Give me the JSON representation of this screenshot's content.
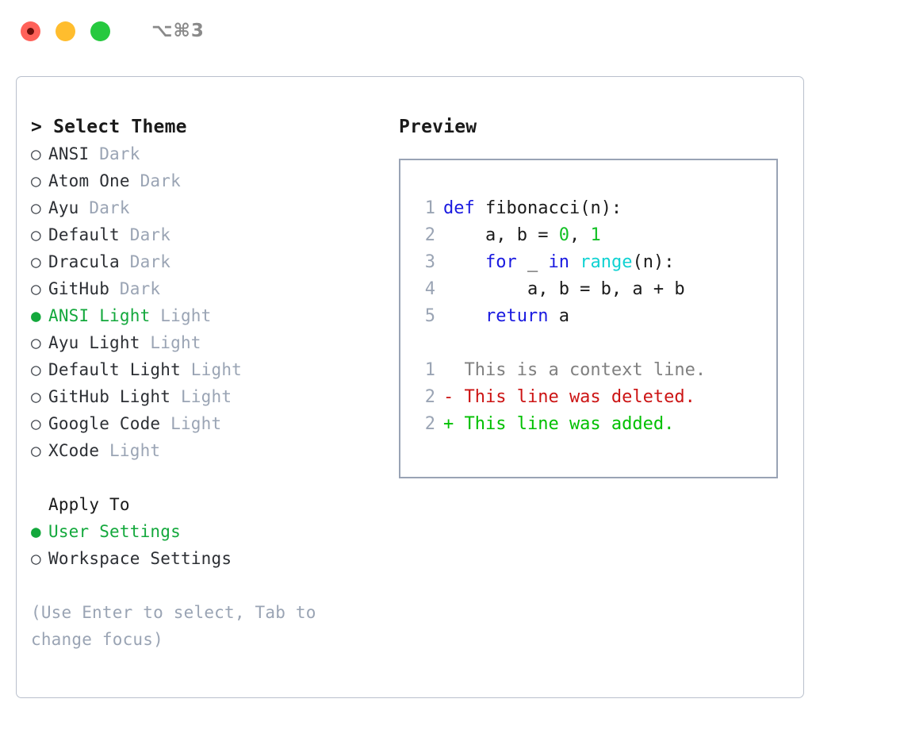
{
  "titlebar": {
    "traffic_lights": [
      {
        "name": "close",
        "color": "#ff6159"
      },
      {
        "name": "minimize",
        "color": "#ffbd2e"
      },
      {
        "name": "maximize",
        "color": "#26c93f"
      }
    ],
    "shortcut": "⌥⌘3"
  },
  "theme_panel": {
    "heading": "> Select Theme",
    "options": [
      {
        "marker": "○",
        "label": "ANSI",
        "suffix": " Dark",
        "selected": false
      },
      {
        "marker": "○",
        "label": "Atom One",
        "suffix": " Dark",
        "selected": false
      },
      {
        "marker": "○",
        "label": "Ayu",
        "suffix": " Dark",
        "selected": false
      },
      {
        "marker": "○",
        "label": "Default",
        "suffix": " Dark",
        "selected": false
      },
      {
        "marker": "○",
        "label": "Dracula",
        "suffix": " Dark",
        "selected": false
      },
      {
        "marker": "○",
        "label": "GitHub",
        "suffix": " Dark",
        "selected": false
      },
      {
        "marker": "●",
        "label": "ANSI Light",
        "suffix": " Light",
        "selected": true
      },
      {
        "marker": "○",
        "label": "Ayu Light",
        "suffix": " Light",
        "selected": false
      },
      {
        "marker": "○",
        "label": "Default Light",
        "suffix": " Light",
        "selected": false
      },
      {
        "marker": "○",
        "label": "GitHub Light",
        "suffix": " Light",
        "selected": false
      },
      {
        "marker": "○",
        "label": "Google Code",
        "suffix": " Light",
        "selected": false
      },
      {
        "marker": "○",
        "label": "XCode",
        "suffix": " Light",
        "selected": false
      }
    ]
  },
  "apply_to": {
    "heading": "Apply To",
    "options": [
      {
        "marker": "●",
        "label": "User Settings",
        "selected": true
      },
      {
        "marker": "○",
        "label": "Workspace Settings",
        "selected": false
      }
    ]
  },
  "hint": "(Use Enter to select, Tab to change focus)",
  "preview": {
    "heading": "Preview",
    "code_lines": [
      {
        "number": "1",
        "tokens": [
          {
            "text": "def",
            "kind": "kw"
          },
          {
            "text": " fibonacci(n):",
            "kind": "plain"
          }
        ]
      },
      {
        "number": "2",
        "tokens": [
          {
            "text": "    a, b = ",
            "kind": "plain"
          },
          {
            "text": "0",
            "kind": "num"
          },
          {
            "text": ", ",
            "kind": "plain"
          },
          {
            "text": "1",
            "kind": "num"
          }
        ]
      },
      {
        "number": "3",
        "tokens": [
          {
            "text": "    ",
            "kind": "plain"
          },
          {
            "text": "for",
            "kind": "kw"
          },
          {
            "text": " _ ",
            "kind": "plain"
          },
          {
            "text": "in",
            "kind": "kw"
          },
          {
            "text": " ",
            "kind": "plain"
          },
          {
            "text": "range",
            "kind": "fn"
          },
          {
            "text": "(n):",
            "kind": "plain"
          }
        ]
      },
      {
        "number": "4",
        "tokens": [
          {
            "text": "        a, b = b, a + b",
            "kind": "plain"
          }
        ]
      },
      {
        "number": "5",
        "tokens": [
          {
            "text": "    ",
            "kind": "plain"
          },
          {
            "text": "return",
            "kind": "kw"
          },
          {
            "text": " a",
            "kind": "plain"
          }
        ]
      }
    ],
    "diff_lines": [
      {
        "number": "1",
        "text": "  This is a context line.",
        "kind": "context"
      },
      {
        "number": "2",
        "text": "- This line was deleted.",
        "kind": "deleted"
      },
      {
        "number": "2",
        "text": "+ This line was added.",
        "kind": "added"
      }
    ]
  },
  "colors": {
    "accent_green": "#13a83c",
    "muted_blue_gray": "#9aa4b4",
    "keyword_blue": "#1a1ae0",
    "number_green": "#11c024",
    "function_cyan": "#10d2d2",
    "diff_deleted_red": "#cc1414",
    "diff_added_green": "#00c000",
    "diff_context_gray": "#808080",
    "border_gray": "#99a3b5",
    "card_border": "#b9c0cc"
  }
}
